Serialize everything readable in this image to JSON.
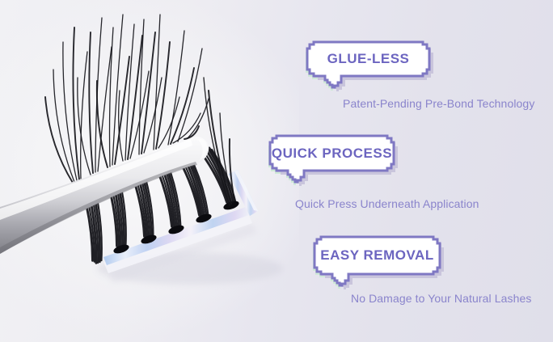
{
  "callouts": [
    {
      "title": "GLUE-LESS",
      "subtitle": "Patent-Pending Pre-Bond Technology"
    },
    {
      "title": "QUICK PROCESS",
      "subtitle": "Quick Press Underneath Application"
    },
    {
      "title": "EASY REMOVAL",
      "subtitle": "No Damage to Your Natural Lashes"
    }
  ],
  "colors": {
    "background": "#e6e5ee",
    "bubble_border": "#7f78c3",
    "bubble_fill": "#ffffff",
    "title_text": "#6c65c0",
    "subtitle_text": "#8a84cc",
    "shadow_mint": "#cfe9d7",
    "shadow_gray": "#c9c5dc"
  }
}
